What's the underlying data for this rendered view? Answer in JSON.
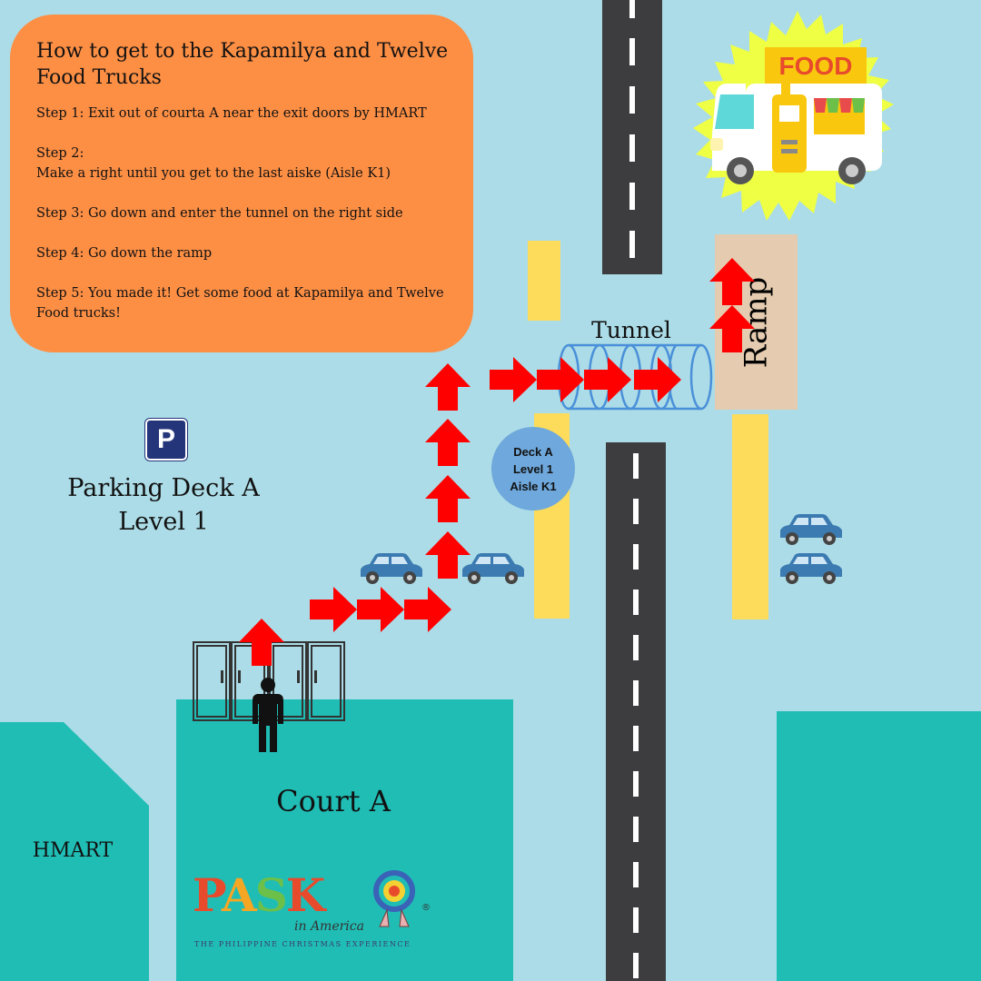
{
  "instructions": {
    "title": "How to get to the Kapamilya and Twelve Food Trucks",
    "steps": [
      "Step 1: Exit out of courta A near the exit doors by HMART",
      "Step 2:\nMake a right until you get to the last aiske (Aisle K1)",
      "Step 3: Go down and enter the tunnel on the right side",
      "Step 4: Go down the ramp",
      "Step 5:  You made it!  Get some food at Kapamilya and Twelve Food trucks!"
    ]
  },
  "map": {
    "parking_sign": "P",
    "parking_label_line1": "Parking Deck A",
    "parking_label_line2": "Level 1",
    "deck_circle": [
      "Deck A",
      "Level 1",
      "Aisle K1"
    ],
    "tunnel_label": "Tunnel",
    "ramp_label": "Ramp",
    "court_label": "Court A",
    "hmart_label": "HMART",
    "food_sign": "FOOD"
  },
  "logo": {
    "wordmark": "PASK",
    "script": "in America",
    "registered": "®",
    "tagline": "THE PHILIPPINE CHRISTMAS EXPERIENCE"
  },
  "colors": {
    "background": "#acdce7",
    "instruction_box": "#fd8f45",
    "building": "#20bdb5",
    "road": "#3d3d3f",
    "parking_line": "#fddc5c",
    "arrow": "#ff0000",
    "ramp": "#e5ccb0",
    "food_burst": "#eeff44",
    "car": "#3c7bb1"
  },
  "icons": [
    "parking-icon",
    "food-truck-icon",
    "car-icon",
    "arrow-icon",
    "exit-door-icon",
    "person-icon",
    "tunnel-icon"
  ]
}
